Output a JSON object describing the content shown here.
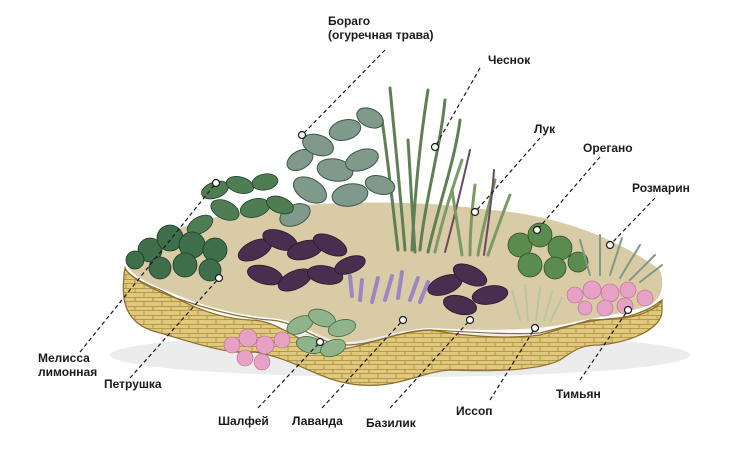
{
  "labels": {
    "borago": {
      "line1": "Бораго",
      "line2": "(огуречная трава)"
    },
    "garlic": "Чеснок",
    "onion": "Лук",
    "oregano": "Орегано",
    "rosemary": "Розмарин",
    "lemon_balm": {
      "line1": "Мелисса",
      "line2": "лимонная"
    },
    "parsley": "Петрушка",
    "sage": "Шалфей",
    "lavender": "Лаванда",
    "basil": "Базилик",
    "hyssop": "Иссоп",
    "thyme": "Тимьян"
  },
  "colors": {
    "leader_line": "#1a1a1a",
    "stone_light": "#e3cf86",
    "stone_dark": "#b89a4a",
    "soil": "#d9cba4",
    "leaf_dark": "#2f5a3a",
    "leaf_mid": "#4f7d52",
    "leaf_light": "#8fb38a",
    "purple_leaf": "#4a2e4f",
    "pink_flower": "#e7a1c4",
    "lavender_flower": "#9b86c2"
  }
}
